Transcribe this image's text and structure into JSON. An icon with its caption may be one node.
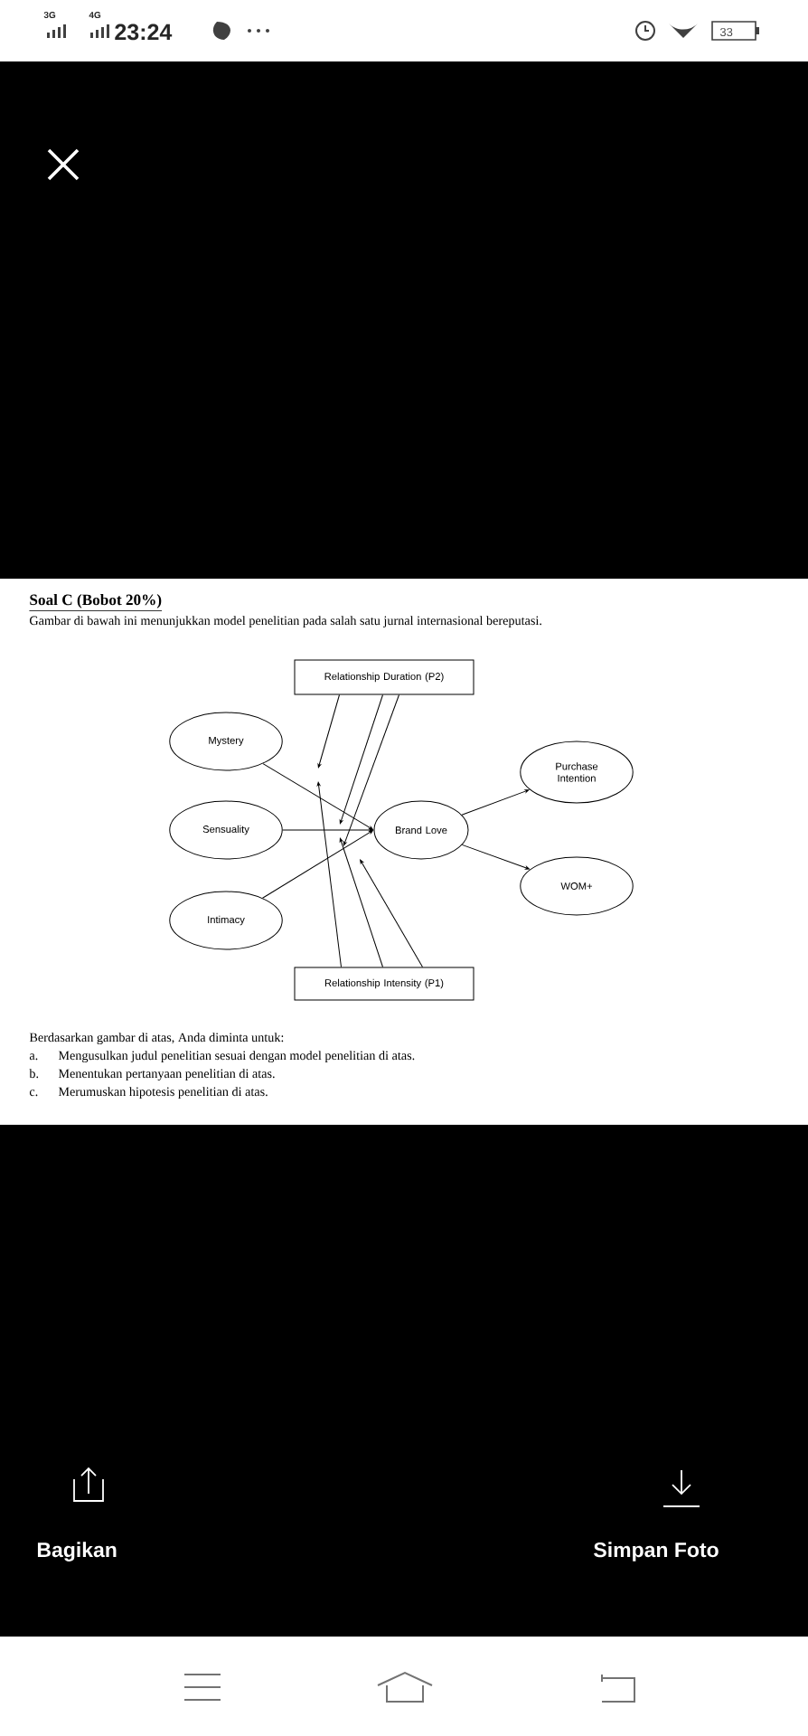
{
  "diagram": {
    "title": "Soal C (Bobot 20%)",
    "nodes": [
      {
        "text": [
          "Relationship Duration (P2)"
        ]
      },
      {
        "text": [
          "Mystery"
        ]
      },
      {
        "text": [
          "Purchase Intention"
        ]
      },
      {
        "text": [
          "Sensuality"
        ]
      },
      {
        "text": [
          "Brand Love"
        ]
      },
      {
        "text": [
          "WOM+"
        ]
      },
      {
        "text": [
          "Intimacy"
        ]
      },
      {
        "text": [
          "Relationship Intensity (P1)"
        ]
      }
    ],
    "edges": [
      {
        "from": 1,
        "to": 4,
        "arrow": "to"
      },
      {
        "from": 3,
        "to": 4,
        "arrow": "to"
      },
      {
        "from": 6,
        "to": 4,
        "arrow": "to"
      },
      {
        "from": 4,
        "to": 2,
        "arrow": "to"
      },
      {
        "from": 4,
        "to": 5,
        "arrow": "to"
      },
      {
        "from": 0,
        "to": null,
        "arrow": "to"
      },
      {
        "from": 0,
        "to": null,
        "arrow": "to"
      },
      {
        "from": 0,
        "to": null,
        "arrow": "to"
      },
      {
        "from": 7,
        "to": null,
        "arrow": "to"
      },
      {
        "from": 7,
        "to": null,
        "arrow": "to"
      },
      {
        "from": 7,
        "to": null,
        "arrow": "to"
      }
    ],
    "labels": [
      "3G",
      "4G",
      "23:24",
      "33",
      "Gambar di bawah ini menunjukkan model penelitian pada salah satu jurnal internasional bereputasi.",
      "Berdasarkan gambar di atas, Anda diminta untuk:",
      "a.",
      "Mengusulkan judul penelitian sesuai dengan model penelitian di atas.",
      "b.",
      "Menentukan pertanyaan penelitian di atas.",
      "c.",
      "Merumuskan hipotesis penelitian di atas.",
      "Bagikan",
      "Simpan Foto"
    ]
  }
}
